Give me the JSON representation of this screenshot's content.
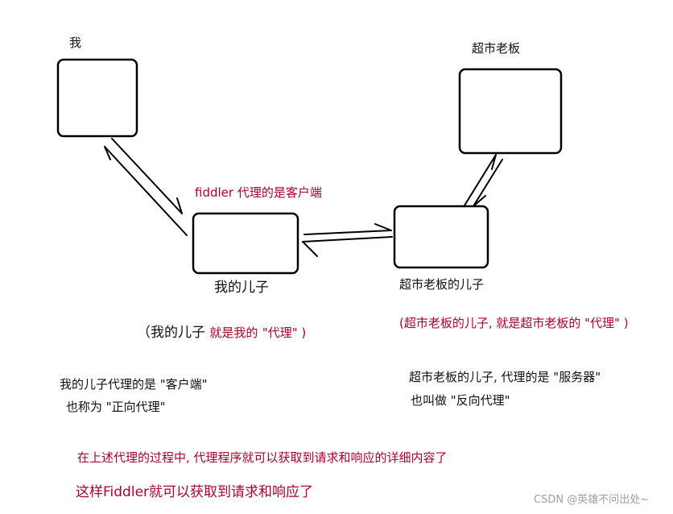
{
  "nodes": {
    "me": {
      "label": "我"
    },
    "son": {
      "label": "我的儿子"
    },
    "boss": {
      "label": "超市老板"
    },
    "boss_son": {
      "label": "超市老板的儿子"
    }
  },
  "annotations": {
    "fiddler_client": "fiddler 代理的是客户端",
    "son_note_prefix": "（我的儿子",
    "son_note_red": "就是我的",
    "son_note_suffix": "\"代理\" )",
    "boss_son_note": "(超市老板的儿子, 就是超市老板的 \"代理\" )",
    "client_line1": "我的儿子代理的是 \"客户端\"",
    "client_line2": "也称为 \"正向代理\"",
    "server_line1": "超市老板的儿子, 代理的是 \"服务器\"",
    "server_line2": "也叫做 \"反向代理\"",
    "process_note": "在上述代理的过程中, 代理程序就可以获取到请求和响应的详细内容了",
    "fiddler_note": "这样Fiddler就可以获取到请求和响应了"
  },
  "watermark": "CSDN @英雄不问出处~",
  "colors": {
    "accent_red": "#b0002a",
    "stroke": "#000000"
  }
}
